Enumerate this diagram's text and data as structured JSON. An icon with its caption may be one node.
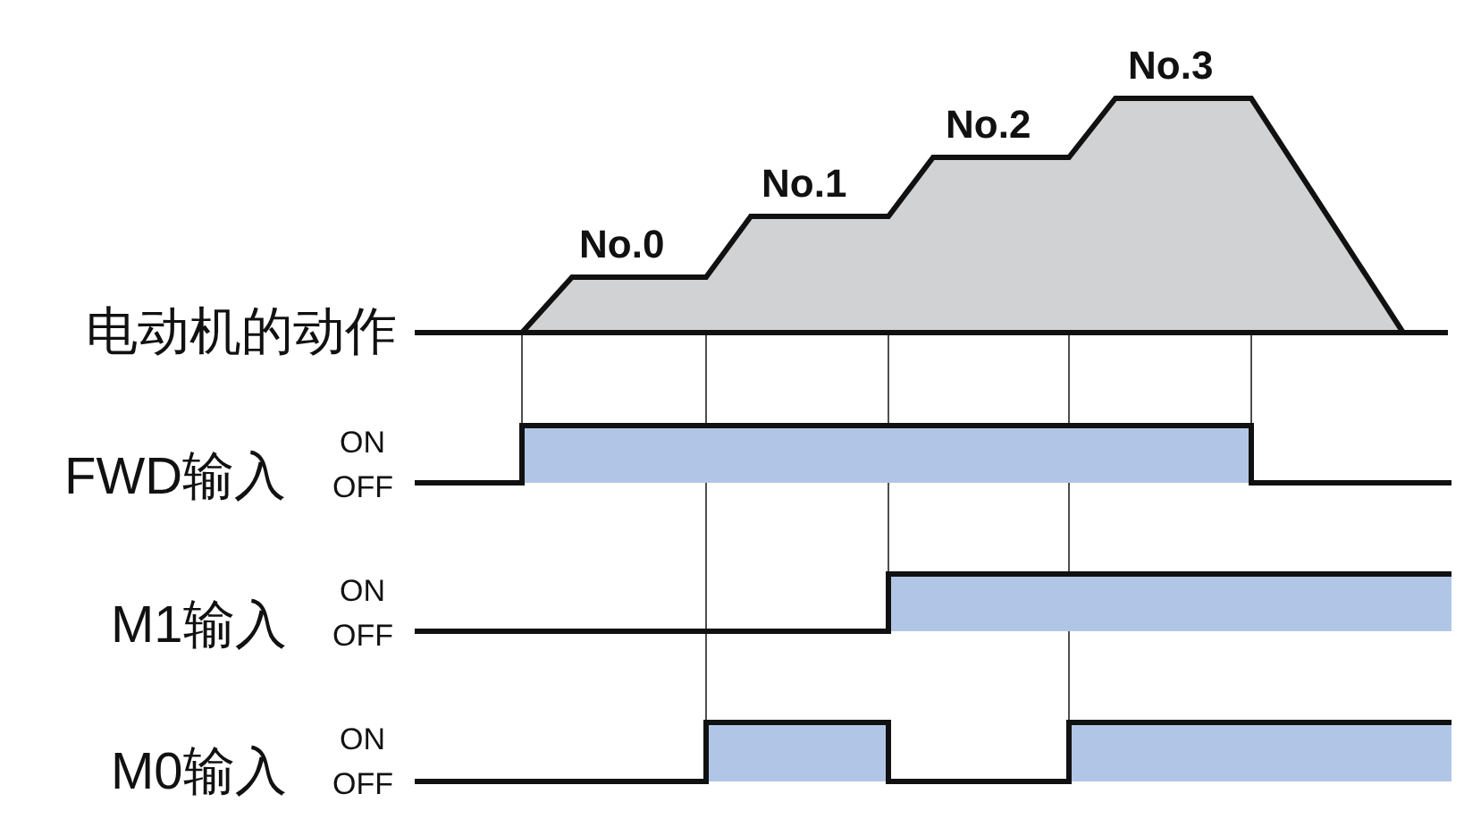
{
  "diagram": {
    "labels": [
      "No.3",
      "No.2",
      "No.1",
      "No.0",
      "电动机的动作",
      "FWD输入",
      "ON",
      "OFF",
      "M1输入",
      "ON",
      "OFF",
      "M0输入",
      "ON",
      "OFF"
    ]
  }
}
